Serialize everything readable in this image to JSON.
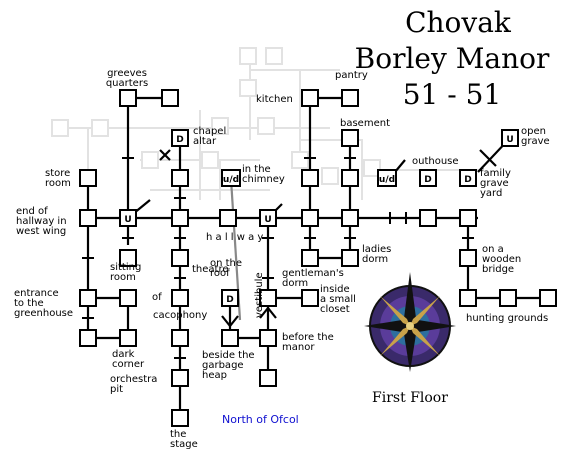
{
  "title": {
    "zone": "Chovak",
    "area": "Borley Manor",
    "levels": "51 - 51"
  },
  "floor_label": "First Floor",
  "exit_label": "North of Ofcol",
  "exit_color": "#1010d0",
  "compass": {
    "icon": "compass-rose-icon"
  },
  "rooms": {
    "greeves": "greeves\nquarters",
    "kitchen": "kitchen",
    "pantry": "pantry",
    "chapel": "chapel\naltar",
    "basement": "basement",
    "open_grave": "open\ngrave",
    "store_room": "store\nroom",
    "chimney": "in the\nchimney",
    "outhouse": "outhouse",
    "family_grave": "family\ngrave\nyard",
    "west_wing": "end of\nhallway in\nwest wing",
    "hallway": "h a l l w a y",
    "sitting_room": "sitting\nroom",
    "ladies_dorm": "ladies\ndorm",
    "wooden_bridge": "on a\nwooden\nbridge",
    "theatre": "theatre",
    "on_roof": "on the\nroof",
    "gentlemans": "gentleman's\ndorm",
    "entrance": "entrance\nto the\ngreenhouse",
    "of": "of",
    "vestibule": "vestibule",
    "small_closet": "inside\na small\ncloset",
    "cacophony": "cacophony",
    "hunting": "hunting grounds",
    "dark_corner": "dark\ncorner",
    "garbage": "beside the\ngarbage\nheap",
    "before_manor": "before the\nmanor",
    "orchestra": "orchestra\npit",
    "the_stage": "the\nstage"
  },
  "tags": {
    "d": "D",
    "u": "U",
    "ud": "u/d"
  }
}
